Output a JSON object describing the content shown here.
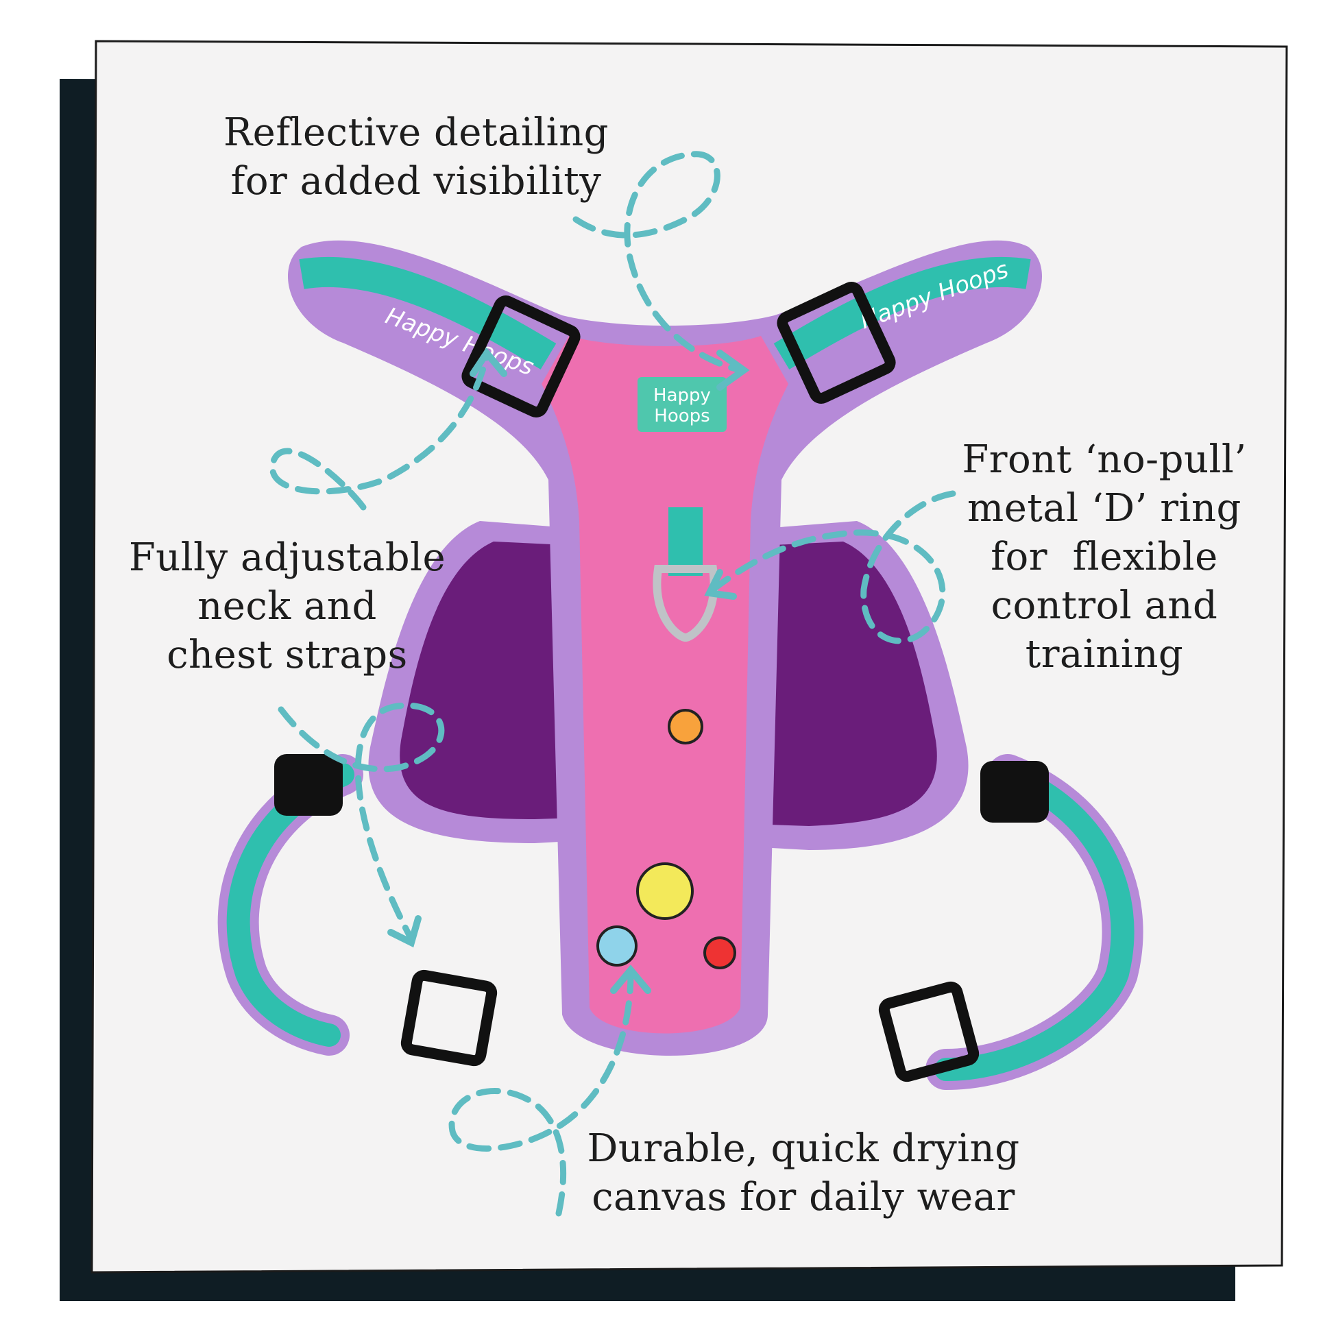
{
  "brand": {
    "name": "Happy Hoops",
    "label_line1": "Happy",
    "label_line2": "Hoops"
  },
  "callouts": {
    "reflective": {
      "lines": [
        "Reflective detailing",
        "for added visibility"
      ]
    },
    "adjustable": {
      "lines": [
        "Fully adjustable",
        "neck and",
        "chest straps"
      ]
    },
    "dring": {
      "lines": [
        "Front ‘no-pull’",
        "metal ‘D’ ring",
        "for  flexible",
        "control and",
        "training"
      ]
    },
    "canvas": {
      "lines": [
        "Durable, quick drying",
        "canvas for daily wear"
      ]
    }
  },
  "colors": {
    "shadow": "#0f1d24",
    "card": "#f4f3f3",
    "teal": "#5fbcc2",
    "purple_trim": "#b68ad8",
    "pink_body": "#ee6fb0",
    "mesh": "#6a1d7a",
    "strap_teal": "#2fbfae"
  }
}
